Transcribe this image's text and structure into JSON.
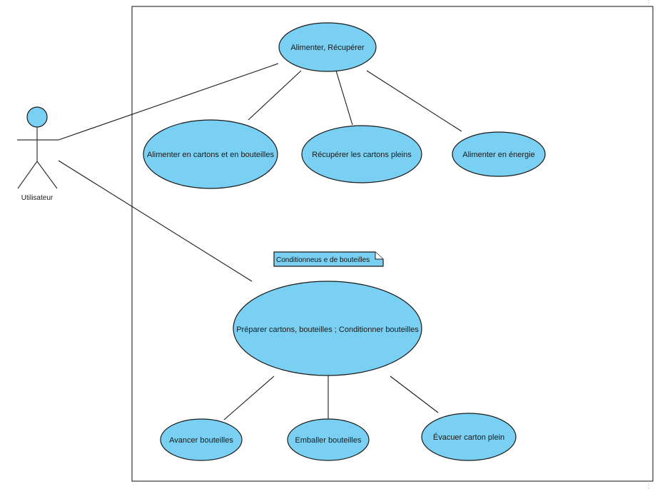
{
  "diagram": {
    "type": "use-case",
    "colors": {
      "usecase_fill": "#7ad0f3",
      "stroke": "#1a1a1a",
      "boundary": "#444444",
      "background": "#ffffff"
    },
    "system": {
      "name": "Conditionneus e de bouteilles"
    },
    "actor": {
      "name": "Utilisateur"
    },
    "use_cases": {
      "alimenter_recuperer": "Alimenter, Récupérer",
      "alimenter_cartons": "Alimenter en cartons et en bouteilles",
      "recuperer_cartons": "Récupérer les cartons pleins",
      "alimenter_energie": "Alimenter en énergie",
      "preparer_conditionner": "Préparer cartons, bouteilles ; Conditionner bouteilles",
      "avancer_bouteilles": "Avancer bouteilles",
      "emballer_bouteilles": "Emballer bouteilles",
      "evacuer_carton": "Évacuer carton plein"
    },
    "associations": [
      {
        "from": "Utilisateur",
        "to": "Alimenter, Récupérer"
      },
      {
        "from": "Utilisateur",
        "to": "Préparer cartons, bouteilles ; Conditionner bouteilles"
      },
      {
        "from": "Alimenter, Récupérer",
        "to": "Alimenter en cartons et en bouteilles"
      },
      {
        "from": "Alimenter, Récupérer",
        "to": "Récupérer les cartons pleins"
      },
      {
        "from": "Alimenter, Récupérer",
        "to": "Alimenter en énergie"
      },
      {
        "from": "Préparer cartons, bouteilles ; Conditionner bouteilles",
        "to": "Avancer bouteilles"
      },
      {
        "from": "Préparer cartons, bouteilles ; Conditionner bouteilles",
        "to": "Emballer bouteilles"
      },
      {
        "from": "Préparer cartons, bouteilles ; Conditionner bouteilles",
        "to": "Évacuer carton plein"
      }
    ]
  }
}
